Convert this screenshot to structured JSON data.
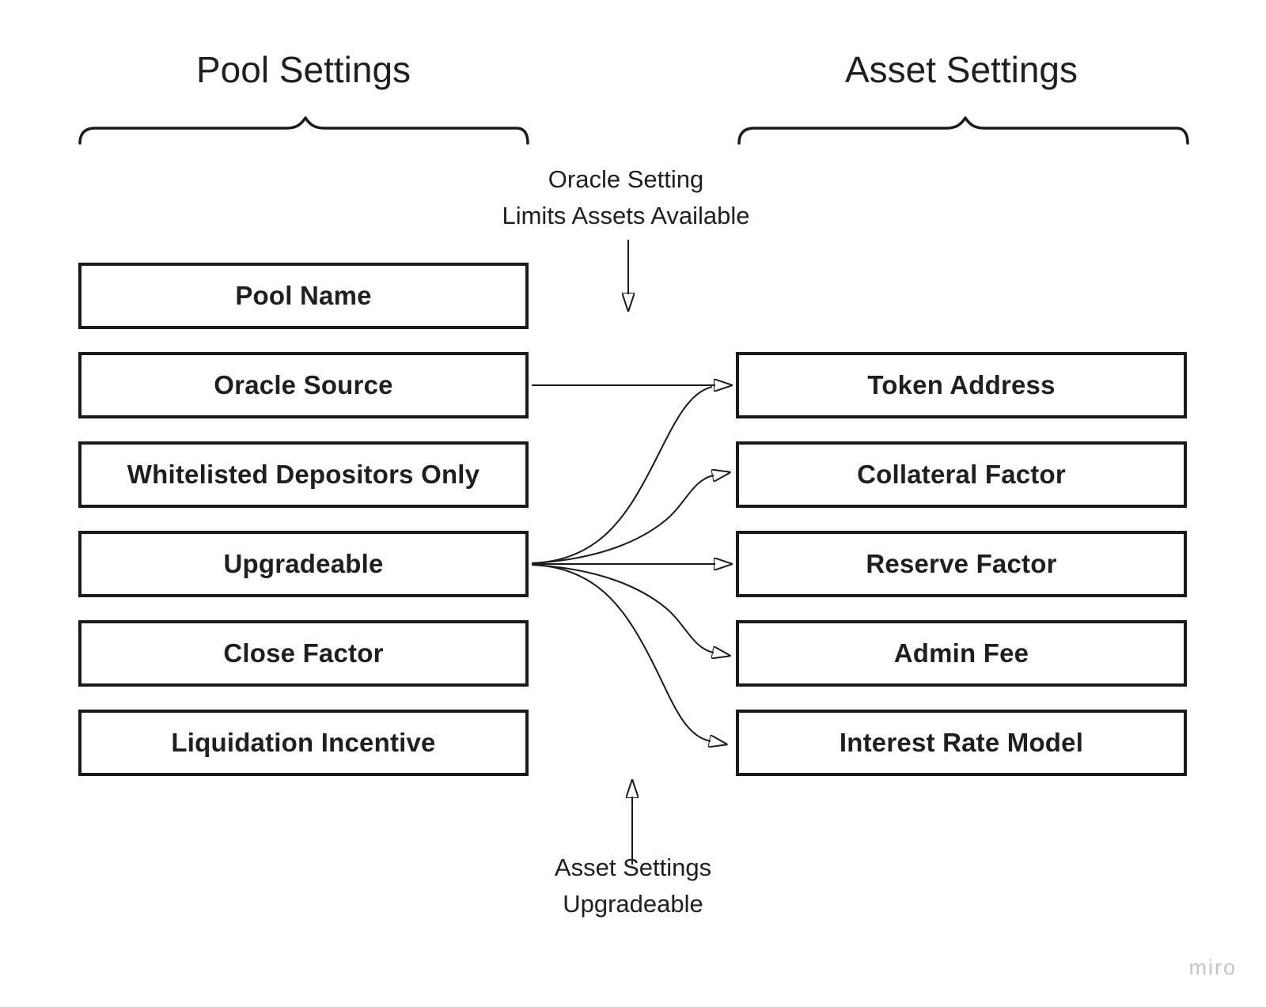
{
  "diagram": {
    "pool": {
      "title": "Pool Settings",
      "items": [
        "Pool Name",
        "Oracle Source",
        "Whitelisted Depositors Only",
        "Upgradeable",
        "Close Factor",
        "Liquidation Incentive"
      ]
    },
    "asset": {
      "title": "Asset Settings",
      "items": [
        "Token Address",
        "Collateral Factor",
        "Reserve Factor",
        "Admin Fee",
        "Interest Rate Model"
      ]
    },
    "annotations": {
      "oracle_note": {
        "line1": "Oracle Setting",
        "line2": "Limits Assets Available"
      },
      "upgrade_note": {
        "line1": "Asset Settings",
        "line2": "Upgradeable"
      }
    },
    "connections": [
      {
        "from": "Oracle Source",
        "to": "Token Address"
      },
      {
        "from": "Upgradeable",
        "to": "Token Address"
      },
      {
        "from": "Upgradeable",
        "to": "Collateral Factor"
      },
      {
        "from": "Upgradeable",
        "to": "Reserve Factor"
      },
      {
        "from": "Upgradeable",
        "to": "Admin Fee"
      },
      {
        "from": "Upgradeable",
        "to": "Interest Rate Model"
      }
    ],
    "watermark": "miro"
  },
  "colors": {
    "line": "#1a1a1a",
    "text": "#1f1f1f",
    "watermark": "#c3c4ce",
    "background": "#ffffff"
  }
}
